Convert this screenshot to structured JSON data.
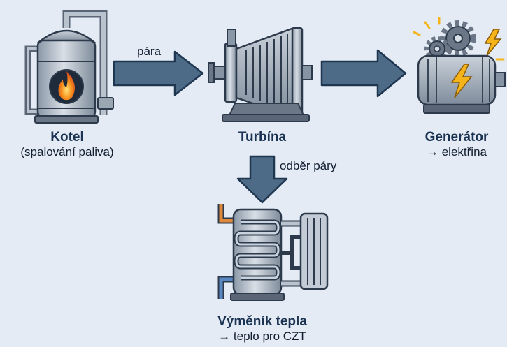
{
  "nodes": {
    "boiler": {
      "title": "Kotel",
      "subtitle": "(spalování paliva)",
      "icon": "boiler-flame-icon"
    },
    "turbine": {
      "title": "Turbína",
      "icon": "steam-turbine-icon"
    },
    "generator": {
      "title": "Generátor",
      "subtitle": "→ elektřina",
      "icon": "electric-generator-icon"
    },
    "heat_exchanger": {
      "title": "Výměník tepla",
      "subtitle": "→ teplo pro CZT",
      "icon": "heat-exchanger-icon"
    }
  },
  "edges": {
    "boiler_to_turbine": {
      "label": "pára"
    },
    "turbine_to_generator": {
      "label": ""
    },
    "turbine_to_exchanger": {
      "label": "odběr páry"
    }
  },
  "colors": {
    "background": "#e4ebf4",
    "arrow_fill": "#4d6a86",
    "arrow_stroke": "#1f3650",
    "title_text": "#1b3352",
    "flame": "#f28a1a",
    "bolt": "#f4b41a"
  }
}
